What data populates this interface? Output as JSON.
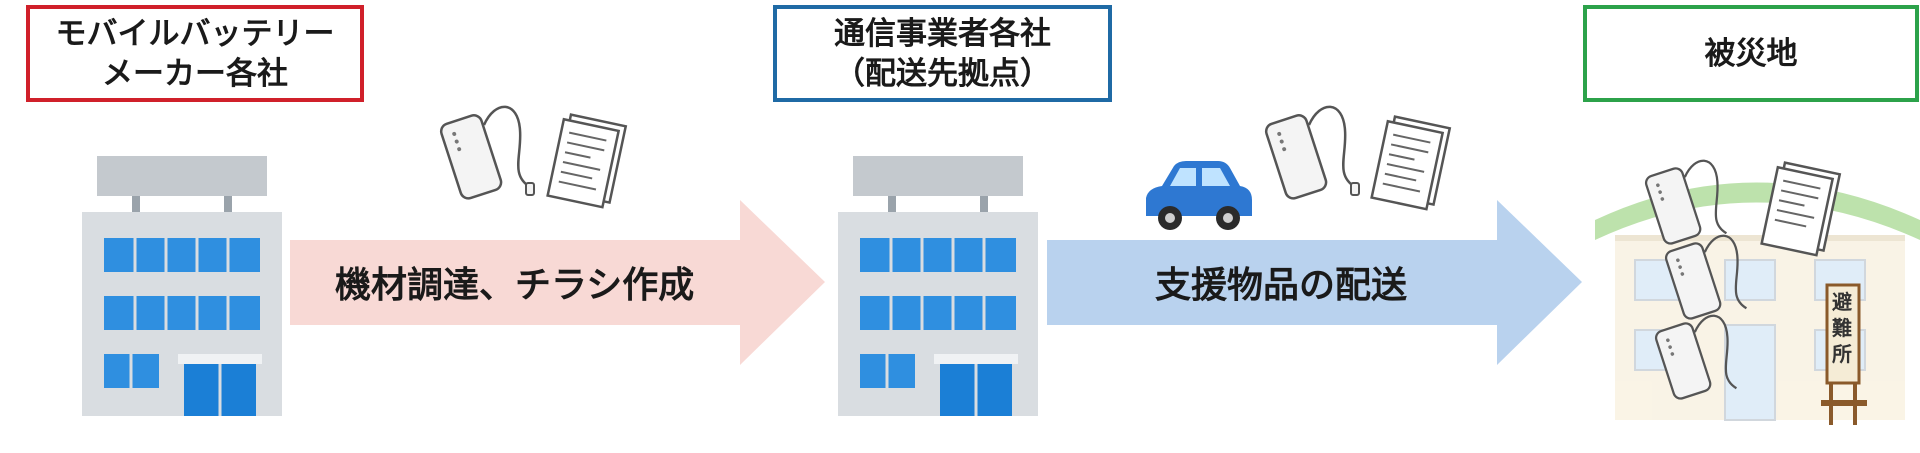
{
  "nodes": {
    "maker": {
      "label": "モバイルバッテリー\nメーカー各社",
      "border_color": "#d0202a"
    },
    "carrier": {
      "label": "通信事業者各社\n（配送先拠点）",
      "border_color": "#1f6aa5"
    },
    "disaster": {
      "label": "被災地",
      "border_color": "#2ca24a"
    }
  },
  "arrows": {
    "procure": {
      "label": "機材調達、チラシ作成",
      "color": "#f8d9d5"
    },
    "deliver": {
      "label": "支援物品の配送",
      "color": "#b9d2ee"
    }
  },
  "shelter_sign": {
    "label": "避難所"
  },
  "icons": [
    "office-building-icon",
    "mobile-battery-icon",
    "flyer-icon",
    "car-icon",
    "evacuation-shelter-icon"
  ],
  "colors": {
    "building_window": "#2f8fe0",
    "building_wall": "#d9dde1",
    "car": "#2e78d2"
  }
}
